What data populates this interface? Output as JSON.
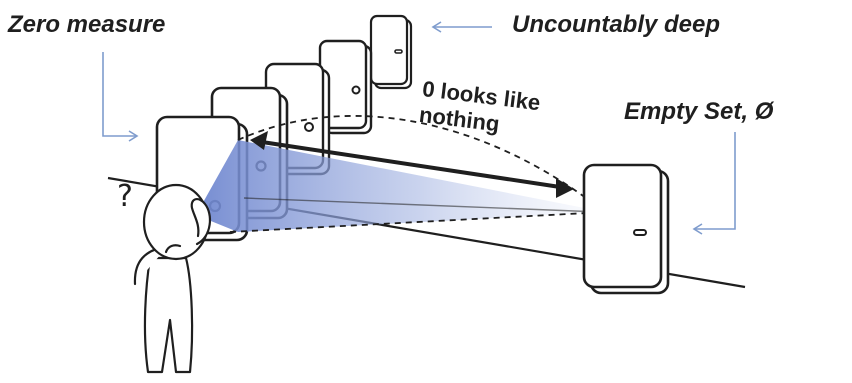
{
  "labels": {
    "zero_measure": "Zero measure",
    "uncountably_deep": "Uncountably deep",
    "empty_set": "Empty Set, Ø",
    "zero_looks_line1": "0 looks like",
    "zero_looks_line2": "nothing",
    "question_mark": "?"
  },
  "colors": {
    "ink": "#1f1f1f",
    "callout_arrow": "#7f9ccd",
    "view_cone": "#6e86cf",
    "door_fill": "#ffffff"
  }
}
